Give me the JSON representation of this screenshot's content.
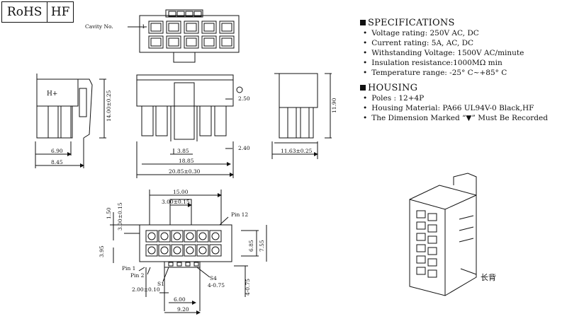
{
  "badges": {
    "rohs": "RoHS",
    "hf": "HF"
  },
  "specifications": {
    "heading": "SPECIFICATIONS",
    "items": [
      "Voltage rating: 250V AC, DC",
      "Current rating: 5A, AC, DC",
      "Withstanding Voltage: 1500V AC/minute",
      "Insulation resistance:1000MΩ min",
      "Temperature range: -25° C~+85° C"
    ]
  },
  "housing": {
    "heading": "HOUSING",
    "items": [
      "Poles : 12+4P",
      "Housing Material: PA66 UL94V-0 Black,HF",
      "The Dimension Marked “▼” Must Be Recorded"
    ]
  },
  "drawing": {
    "cavity_label": "Cavity No.",
    "cavity_number": "1",
    "side_mark": "H+",
    "dims": {
      "side_height": "14.00±0.25",
      "side_width_inner": "6.90",
      "side_width_outer": "8.45",
      "latch_dim": "2.50",
      "pitch_385": "3.85",
      "dim_1885": "18.85",
      "overall_width": "20.85±0.30",
      "dim_240": "2.40",
      "right_height": "11.90",
      "right_depth": "11.63±0.25",
      "top_15": "15.00",
      "top_300": "3.00±0.15",
      "left_150": "1.50",
      "left_300": "3.00±0.15",
      "left_395": "3.95",
      "right_685": "6.85",
      "right_755": "7.55",
      "bottom_200": "2.00±0.10",
      "bottom_600": "6.00",
      "bottom_920": "9.20",
      "bottom_475": "4-0.75",
      "bottom_475b": "4-0.75"
    },
    "pins": {
      "pin1": "Pin 1",
      "pin2": "Pin 2",
      "pin12": "Pin 12",
      "s1": "S1",
      "s4": "S4"
    },
    "iso_label": "长背"
  },
  "colors": {
    "line": "#111111",
    "background": "#ffffff"
  }
}
